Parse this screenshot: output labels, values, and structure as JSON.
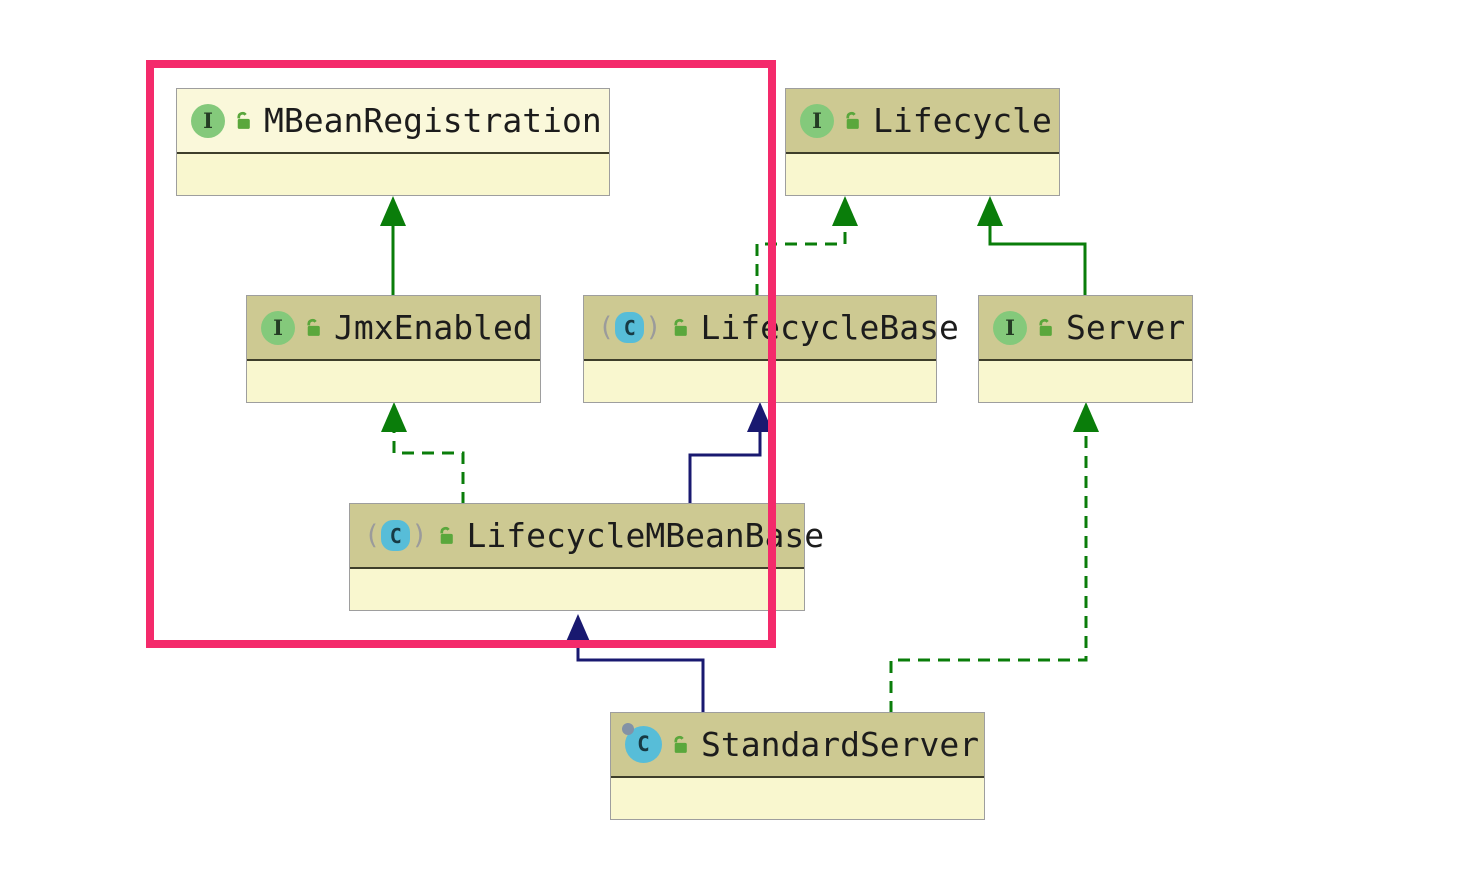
{
  "diagram": {
    "nodes": [
      {
        "name": "MBeanRegistration",
        "kind": "interface",
        "visibility": "public"
      },
      {
        "name": "Lifecycle",
        "kind": "interface",
        "visibility": "public"
      },
      {
        "name": "JmxEnabled",
        "kind": "interface",
        "visibility": "public"
      },
      {
        "name": "LifecycleBase",
        "kind": "abstract-class",
        "visibility": "public"
      },
      {
        "name": "Server",
        "kind": "interface",
        "visibility": "public"
      },
      {
        "name": "LifecycleMBeanBase",
        "kind": "abstract-class",
        "visibility": "public"
      },
      {
        "name": "StandardServer",
        "kind": "class",
        "visibility": "public"
      }
    ],
    "edges": [
      {
        "from": "JmxEnabled",
        "to": "MBeanRegistration",
        "relation": "extends",
        "style": "solid-green"
      },
      {
        "from": "LifecycleBase",
        "to": "Lifecycle",
        "relation": "implements",
        "style": "dashed-green"
      },
      {
        "from": "Server",
        "to": "Lifecycle",
        "relation": "extends",
        "style": "solid-green"
      },
      {
        "from": "LifecycleMBeanBase",
        "to": "JmxEnabled",
        "relation": "implements",
        "style": "dashed-green"
      },
      {
        "from": "LifecycleMBeanBase",
        "to": "LifecycleBase",
        "relation": "extends",
        "style": "solid-navy"
      },
      {
        "from": "StandardServer",
        "to": "LifecycleMBeanBase",
        "relation": "extends",
        "style": "solid-navy"
      },
      {
        "from": "StandardServer",
        "to": "Server",
        "relation": "implements",
        "style": "dashed-green"
      }
    ],
    "badges": {
      "interface_letter": "I",
      "class_letter": "C",
      "paren_open": "(",
      "paren_close": ")"
    },
    "colors": {
      "edge_green": "#0a7d0a",
      "edge_navy": "#191970",
      "node_header": "#cdc992",
      "node_header_light": "#faf8da",
      "node_body": "#f9f7cf",
      "node_border": "#9e9e9e",
      "selection_pink": "#f42a6b",
      "interface_icon": "#84c97b",
      "class_icon": "#57bdd8",
      "lock_icon": "#5aa73c"
    }
  }
}
